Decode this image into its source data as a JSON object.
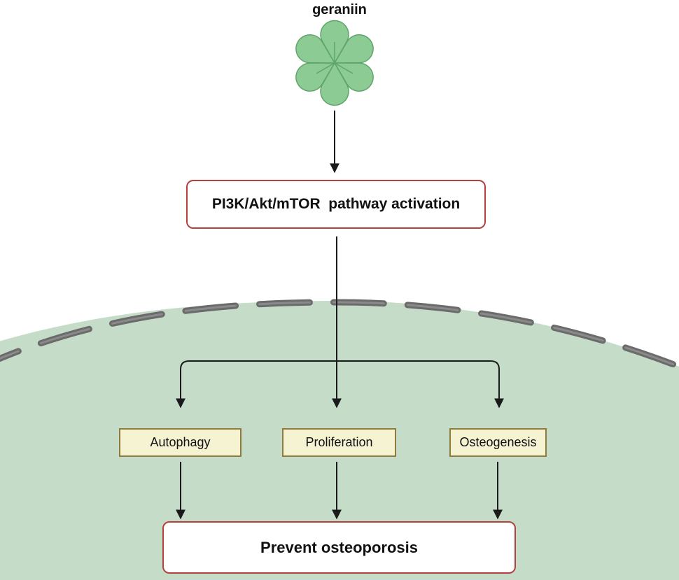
{
  "compound": {
    "name": "geraniin",
    "icon": "geraniin-molecule-icon",
    "color": "#8ccb94"
  },
  "pathway": {
    "label": "PI3K/Akt/mTOR  pathway activation"
  },
  "cell": {
    "fill": "#c5dcc8",
    "membrane_color": "#6b6b6b"
  },
  "processes": [
    {
      "label": "Autophagy"
    },
    {
      "label": "Proliferation"
    },
    {
      "label": "Osteogenesis"
    }
  ],
  "outcome": {
    "label": "Prevent osteoporosis"
  },
  "colors": {
    "accent_border": "#b5413e",
    "process_fill": "#f6f3d3",
    "process_border": "#8f7b3c",
    "arrow": "#1a1a1a"
  }
}
